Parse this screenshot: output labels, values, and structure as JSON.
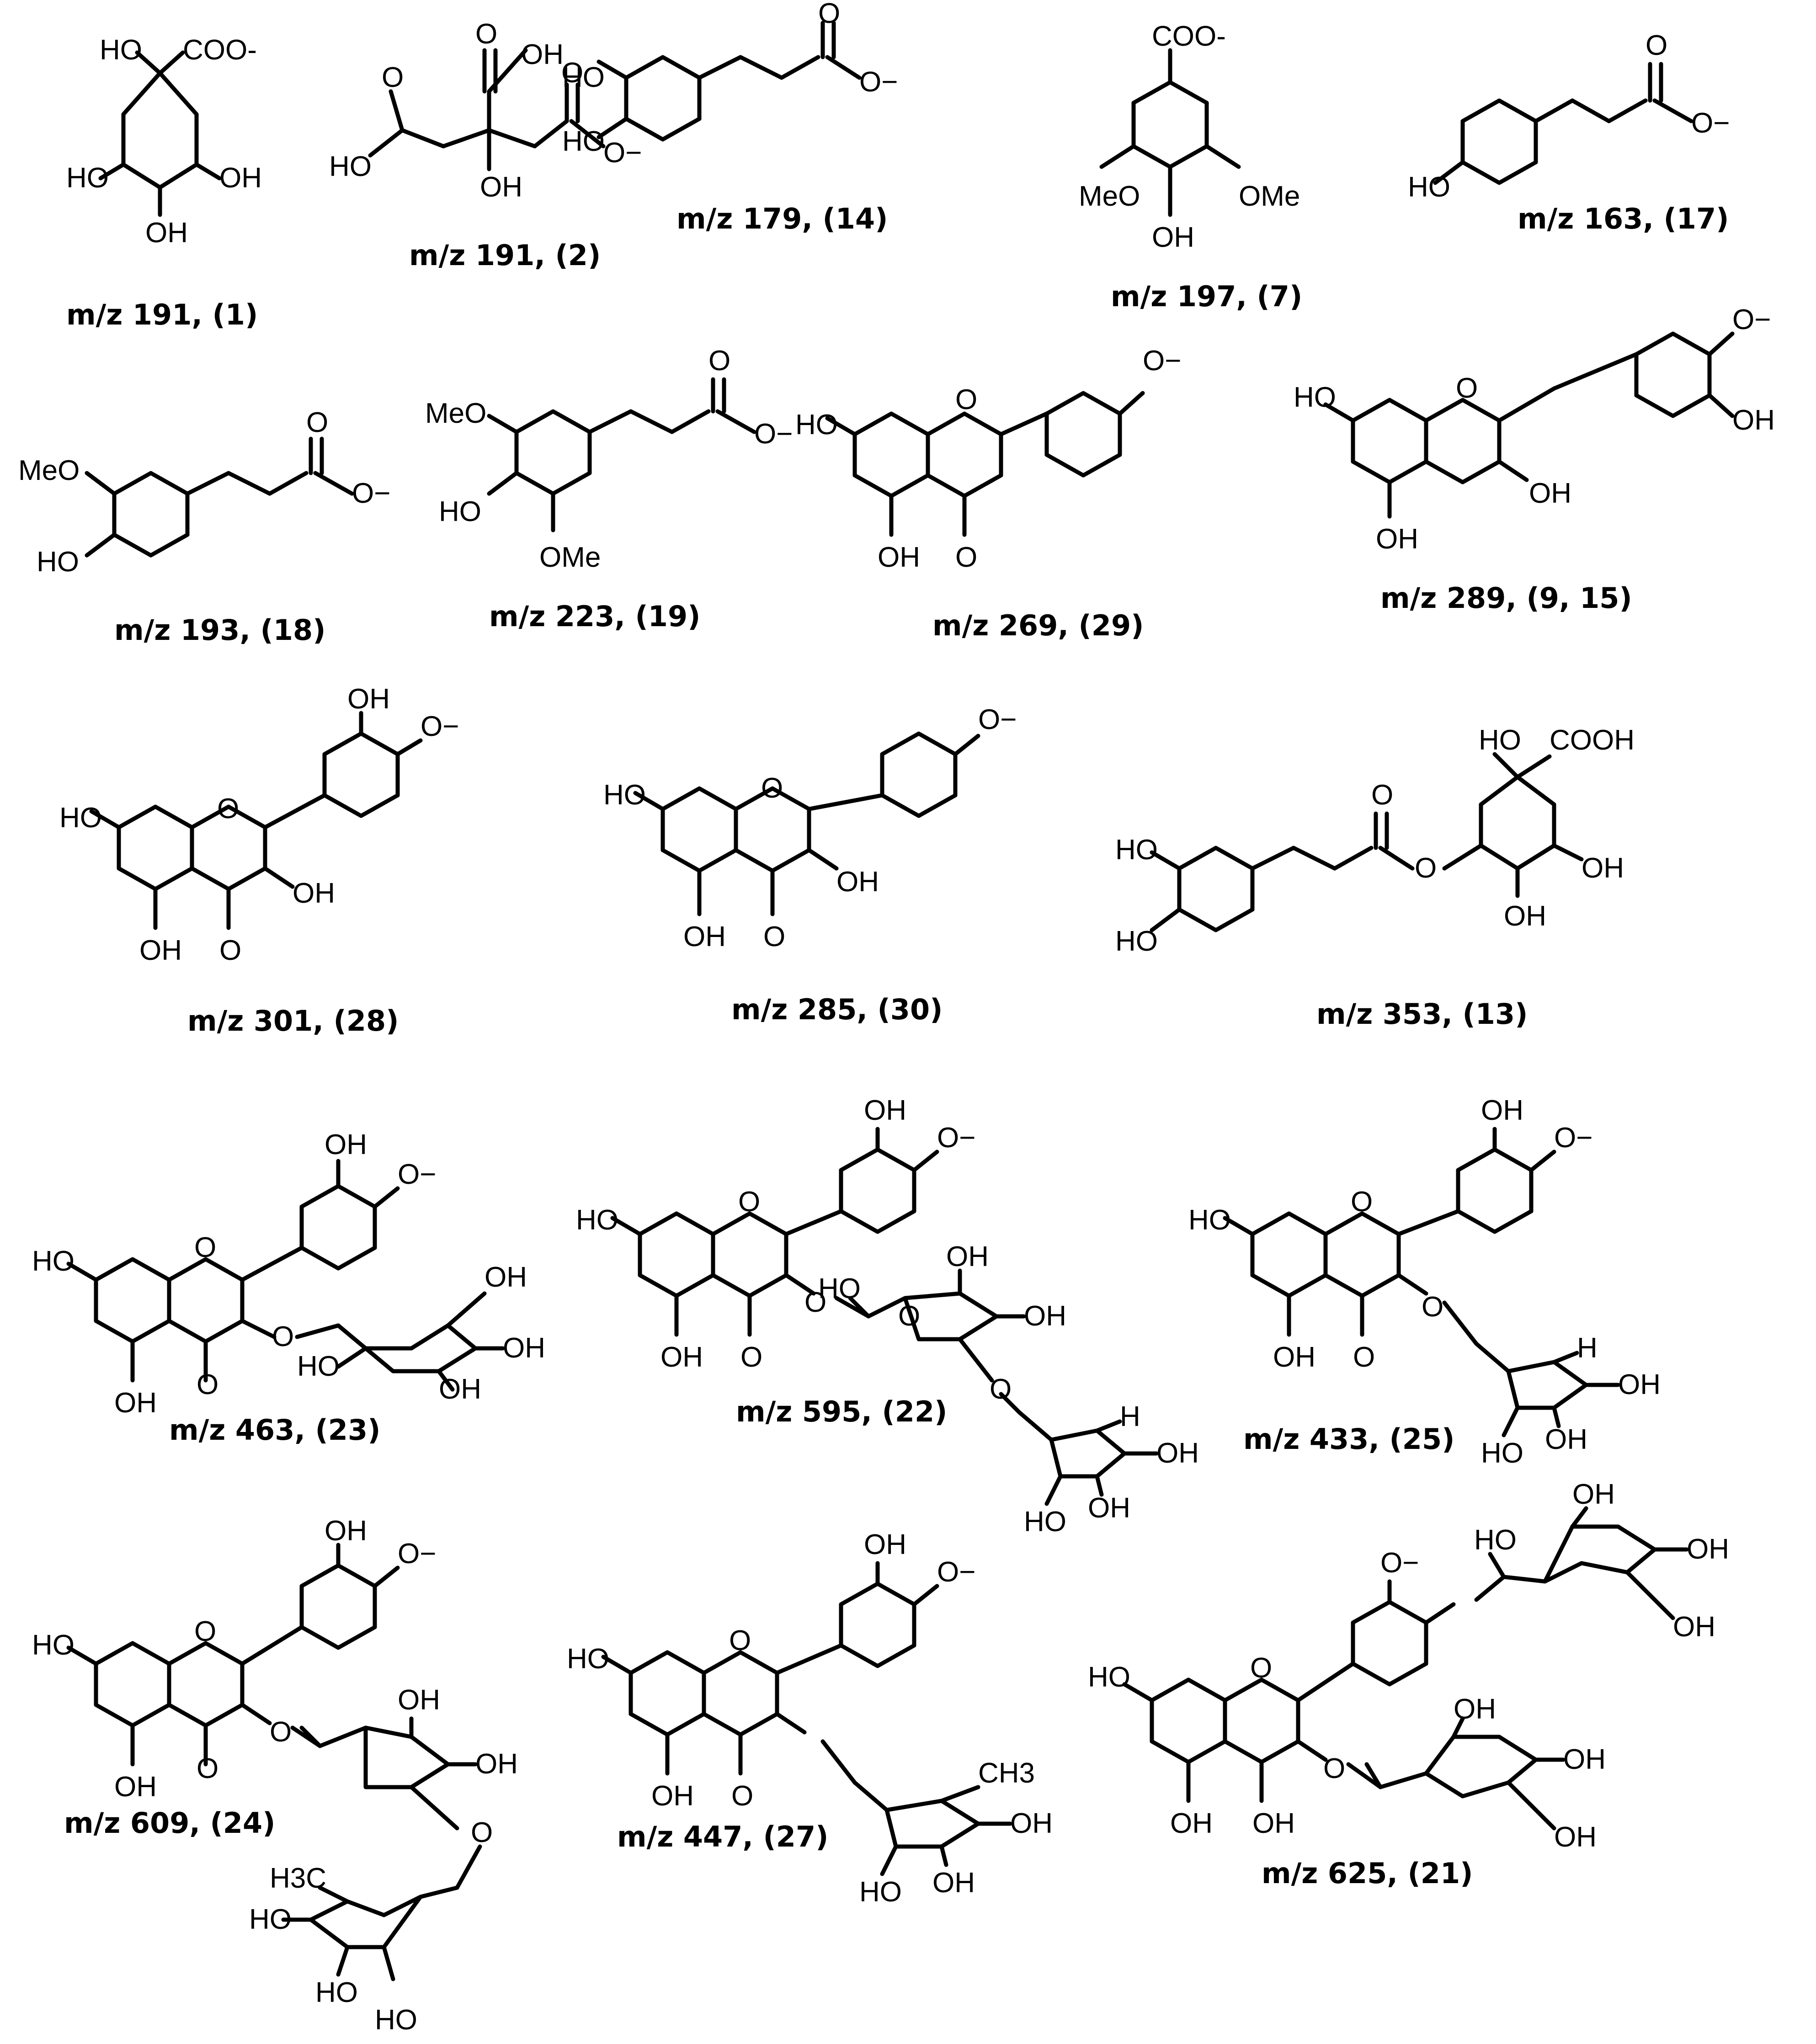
{
  "molecules": [
    {
      "id": "m1",
      "caption": "m/z 191,  (1)",
      "subs": [
        "HO",
        "COO-",
        "HO",
        "OH",
        "OH"
      ]
    },
    {
      "id": "m2",
      "caption": "m/z 191, (2)",
      "subs": [
        "O",
        "OH",
        "O",
        "HO",
        "O",
        "O−",
        "OH"
      ]
    },
    {
      "id": "m3",
      "caption": "m/z 179, (14)",
      "subs": [
        "HO",
        "HO",
        "O",
        "O−"
      ]
    },
    {
      "id": "m4",
      "caption": "m/z 197, (7)",
      "subs": [
        "COO-",
        "MeO",
        "OMe",
        "OH"
      ]
    },
    {
      "id": "m5",
      "caption": "m/z 163, (17)",
      "subs": [
        "HO",
        "O",
        "O−"
      ]
    },
    {
      "id": "m6",
      "caption": "m/z 193, (18)",
      "subs": [
        "MeO",
        "HO",
        "O",
        "O−"
      ]
    },
    {
      "id": "m7",
      "caption": "m/z 223, (19)",
      "subs": [
        "MeO",
        "HO",
        "OMe",
        "O",
        "O−"
      ]
    },
    {
      "id": "m8",
      "caption": "m/z 269, (29)",
      "subs": [
        "HO",
        "O",
        "O−",
        "OH",
        "O"
      ]
    },
    {
      "id": "m9",
      "caption": "m/z 289, (9, 15)",
      "subs": [
        "HO",
        "O",
        "O−",
        "OH",
        "OH",
        "OH"
      ]
    },
    {
      "id": "m10",
      "caption": "m/z 301, (28)",
      "subs": [
        "OH",
        "O−",
        "HO",
        "O",
        "OH",
        "OH",
        "O"
      ]
    },
    {
      "id": "m11",
      "caption": "m/z 285, (30)",
      "subs": [
        "O−",
        "HO",
        "O",
        "OH",
        "OH",
        "O"
      ]
    },
    {
      "id": "m12",
      "caption": "m/z 353, (13)",
      "subs": [
        "HO",
        "COOH",
        "O",
        "O",
        "HO",
        "HO",
        "OH",
        "OH"
      ]
    },
    {
      "id": "m13",
      "caption": "m/z 463, (23)",
      "subs": [
        "OH",
        "O−",
        "HO",
        "O",
        "OH",
        "O",
        "OH",
        "HO",
        "OH",
        "OH",
        "O"
      ]
    },
    {
      "id": "m14",
      "caption": "m/z 595, (22)",
      "subs": [
        "OH",
        "O−",
        "HO",
        "O",
        "HO",
        "OH",
        "OH",
        "O",
        "O",
        "O",
        "H",
        "OH",
        "HO",
        "OH",
        "OH",
        "O"
      ]
    },
    {
      "id": "m15",
      "caption": "m/z 433, (25)",
      "subs": [
        "OH",
        "O−",
        "HO",
        "O",
        "O",
        "H",
        "OH",
        "HO",
        "OH",
        "OH",
        "O"
      ]
    },
    {
      "id": "m16",
      "caption": "m/z 609, (24)",
      "subs": [
        "OH",
        "O−",
        "HO",
        "O",
        "OH",
        "OH",
        "O",
        "O",
        "H3C",
        "HO",
        "HO",
        "HO",
        "OH",
        "O"
      ]
    },
    {
      "id": "m17",
      "caption": "m/z 447, (27)",
      "subs": [
        "OH",
        "O−",
        "HO",
        "O",
        "CH3",
        "OH",
        "HO",
        "OH",
        "OH",
        "O"
      ]
    },
    {
      "id": "m18",
      "caption": "m/z 625, (21)",
      "subs": [
        "O−",
        "HO",
        "OH",
        "OH",
        "OH",
        "HO",
        "O",
        "OH",
        "OH",
        "OH",
        "OH",
        "OH",
        "O"
      ]
    }
  ]
}
